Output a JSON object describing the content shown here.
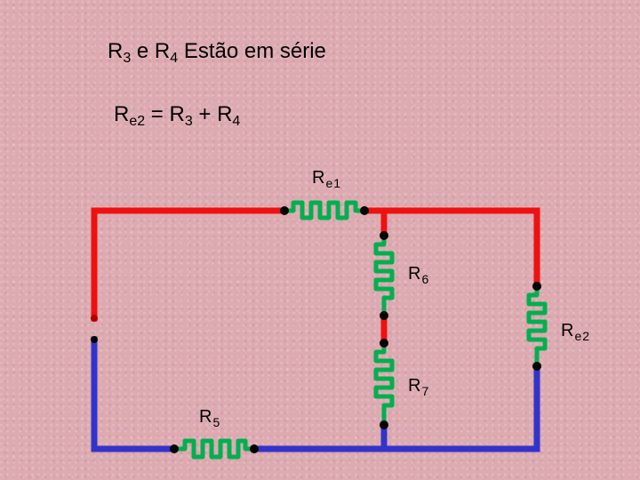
{
  "heading": {
    "prefix": "R",
    "sub_a": "3",
    "mid": " e R",
    "sub_b": "4",
    "suffix": " Estão em série"
  },
  "equation": {
    "lhs": "R",
    "lhs_sub": "e2",
    "eq": " = R",
    "sub_a": "3",
    "plus": " + R",
    "sub_b": "4"
  },
  "labels": {
    "re1": {
      "main": "R",
      "sub": "e1"
    },
    "r6": {
      "main": "R",
      "sub": "6"
    },
    "re2": {
      "main": "R",
      "sub": "e2"
    },
    "r7": {
      "main": "R",
      "sub": "7"
    },
    "r5": {
      "main": "R",
      "sub": "5"
    }
  },
  "colors": {
    "wire_top": "#ee1111",
    "wire_bottom": "#3333cc",
    "resistor": "#00b050",
    "node": "#000000"
  }
}
